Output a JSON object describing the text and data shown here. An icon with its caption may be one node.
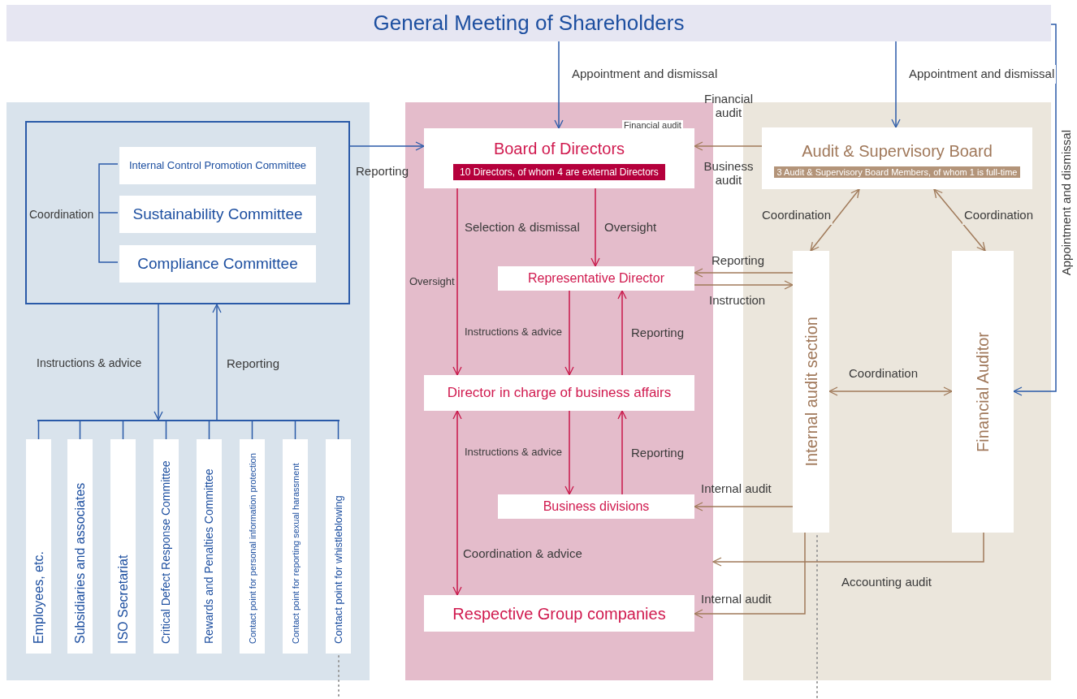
{
  "diagram": {
    "nodes": [
      {
        "text": [
          "General Meeting of Shareholders"
        ]
      },
      {
        "text": [],
        "shape": "box"
      },
      {
        "text": [],
        "shape": "box",
        "in": 1
      },
      {
        "text": [
          "Internal Control Promotion Committee"
        ],
        "in": 2
      },
      {
        "text": [
          "Sustainability Committee"
        ],
        "in": 2
      },
      {
        "text": [
          "Compliance Committee"
        ],
        "in": 2
      },
      {
        "text": [],
        "shape": "bar",
        "in": 1
      },
      {
        "text": [
          "Employees, etc."
        ],
        "in": 1
      },
      {
        "text": [
          "Subsidiaries and associates"
        ],
        "in": 1
      },
      {
        "text": [
          "ISO Secretariat"
        ],
        "in": 1
      },
      {
        "text": [
          "Critical Defect Response Committee"
        ],
        "in": 1
      },
      {
        "text": [
          "Rewards and Penalties Committee"
        ],
        "in": 1
      },
      {
        "text": [
          "Contact point for personal information protection"
        ],
        "in": 1
      },
      {
        "text": [
          "Contact point for reporting sexual harassment"
        ],
        "in": 1
      },
      {
        "text": [
          "Contact point for whistleblowing"
        ],
        "in": 1
      },
      {
        "text": [],
        "shape": "box"
      },
      {
        "text": [
          "Board of Directors",
          "10 Directors, of whom 4 are external Directors"
        ],
        "in": 15
      },
      {
        "text": [
          "Representative Director"
        ],
        "in": 15
      },
      {
        "text": [
          "Director in charge of business affairs"
        ],
        "in": 15
      },
      {
        "text": [
          "Business divisions"
        ],
        "in": 15
      },
      {
        "text": [
          "Respective Group companies"
        ],
        "in": 15
      },
      {
        "text": [],
        "shape": "box"
      },
      {
        "text": [
          "Audit & Supervisory Board",
          "3 Audit & Supervisory Board Members, of whom 1 is full-time"
        ],
        "in": 21
      },
      {
        "text": [
          "Internal audit section"
        ],
        "in": 21
      },
      {
        "text": [
          "Financial Auditor"
        ],
        "in": 21
      }
    ],
    "edges": [
      {
        "from": 0,
        "to": 16,
        "arrow": "to",
        "label": "Appointment and dismissal"
      },
      {
        "from": 0,
        "to": 22,
        "arrow": "to",
        "label": "Appointment and dismissal"
      },
      {
        "from": 0,
        "to": 24,
        "arrow": "to",
        "label": "Appointment and dismissal"
      },
      {
        "from": 2,
        "to": 16,
        "arrow": "to",
        "label": "Reporting"
      },
      {
        "from": 2,
        "to": 6,
        "arrow": "to",
        "label": "Instructions & advice"
      },
      {
        "from": 6,
        "to": 2,
        "arrow": "to",
        "label": "Reporting"
      },
      {
        "from": 6,
        "to": 7,
        "arrow": "none"
      },
      {
        "from": 6,
        "to": 8,
        "arrow": "none"
      },
      {
        "from": 6,
        "to": 9,
        "arrow": "none"
      },
      {
        "from": 6,
        "to": 10,
        "arrow": "none"
      },
      {
        "from": 6,
        "to": 11,
        "arrow": "none"
      },
      {
        "from": 6,
        "to": 12,
        "arrow": "none"
      },
      {
        "from": 6,
        "to": 13,
        "arrow": "none"
      },
      {
        "from": 6,
        "to": 14,
        "arrow": "none"
      },
      {
        "from": 16,
        "to": 17,
        "arrow": "to",
        "label": "Selection & dismissal",
        "color": "#c8174a"
      },
      {
        "from": 16,
        "to": 18,
        "arrow": "to",
        "label": "Oversight",
        "color": "#c8174a"
      },
      {
        "from": 17,
        "to": 18,
        "arrow": "to",
        "label": "Instructions & advice",
        "color": "#c8174a"
      },
      {
        "from": 18,
        "to": 17,
        "arrow": "to",
        "label": "Reporting",
        "color": "#c8174a"
      },
      {
        "from": 18,
        "to": 19,
        "arrow": "to",
        "label": "Instructions & advice",
        "color": "#c8174a"
      },
      {
        "from": 19,
        "to": 18,
        "arrow": "to",
        "label": "Reporting",
        "color": "#c8174a"
      },
      {
        "from": 18,
        "to": 20,
        "arrow": "both",
        "label": "Coordination & advice",
        "color": "#c8174a"
      },
      {
        "from": 22,
        "to": 16,
        "arrow": "to",
        "label": "Financial audit",
        "color": "#a07a5a"
      },
      {
        "from": 23,
        "to": 17,
        "arrow": "to",
        "label": "Reporting",
        "color": "#a07a5a"
      },
      {
        "from": 17,
        "to": 23,
        "arrow": "to",
        "label": "Instruction",
        "color": "#a07a5a"
      },
      {
        "from": 22,
        "to": 23,
        "arrow": "both",
        "label": "Coordination",
        "color": "#a07a5a"
      },
      {
        "from": 22,
        "to": 24,
        "arrow": "both",
        "label": "Coordination",
        "color": "#a07a5a"
      },
      {
        "from": 23,
        "to": 24,
        "arrow": "both",
        "label": "Coordination",
        "color": "#a07a5a"
      },
      {
        "from": 23,
        "to": 19,
        "arrow": "to",
        "label": "Internal audit",
        "color": "#a07a5a"
      },
      {
        "from": 23,
        "to": 20,
        "arrow": "to",
        "label": "Internal audit",
        "color": "#a07a5a"
      },
      {
        "from": 24,
        "to": 15,
        "arrow": "to",
        "label": "Accounting audit",
        "color": "#a07a5a"
      }
    ],
    "labels": [
      "Coordination",
      "Oversight",
      "Business audit",
      "Financial audit"
    ]
  }
}
